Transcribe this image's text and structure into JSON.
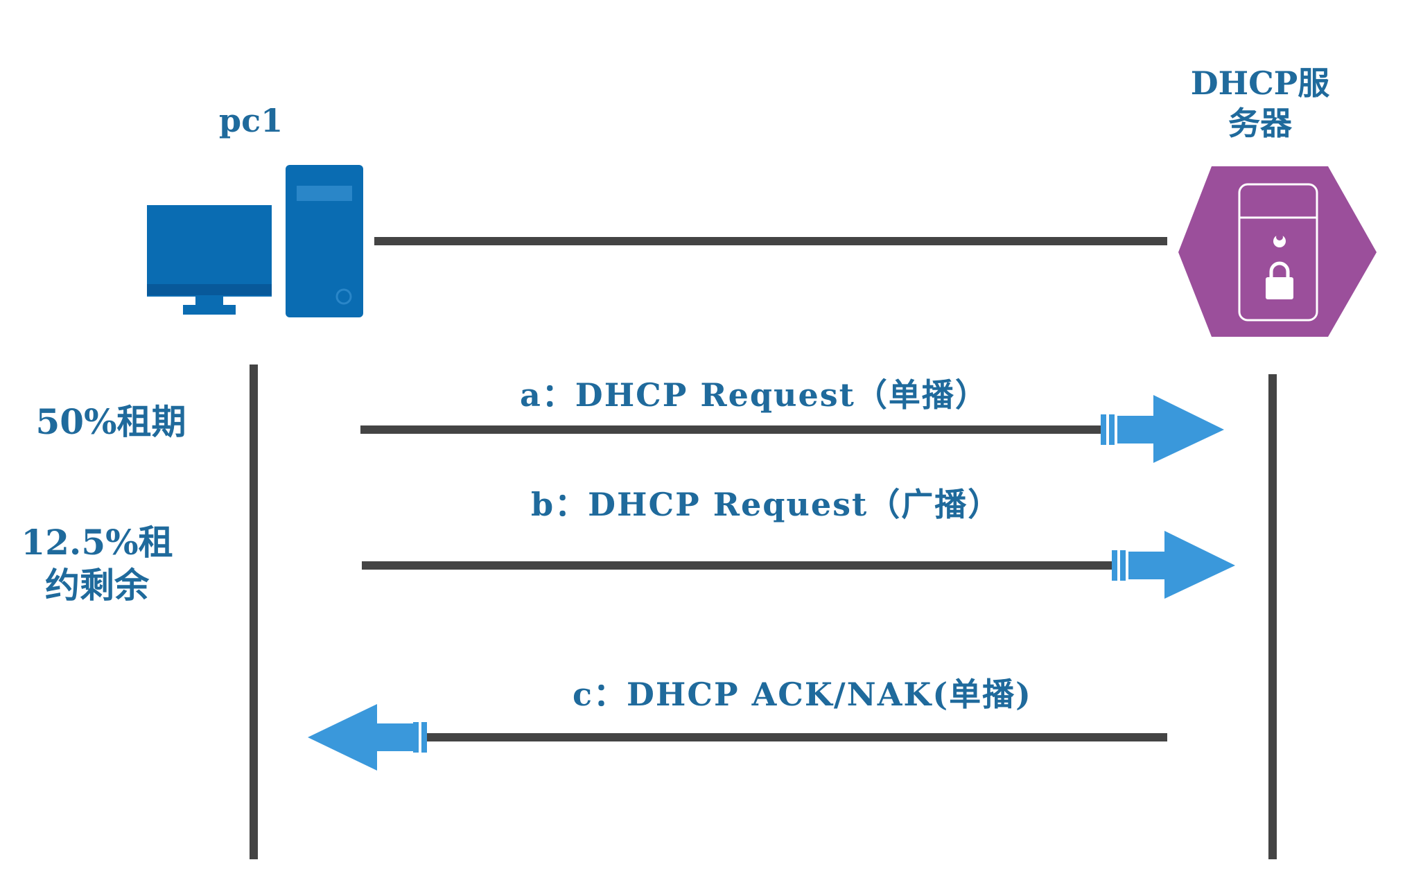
{
  "nodes": {
    "client": {
      "label": "pc1"
    },
    "server": {
      "label_line1": "DHCP服",
      "label_line2": "务器"
    }
  },
  "timeline": {
    "phase1": "50%租期",
    "phase2_line1": "12.5%租",
    "phase2_line2": "约剩余"
  },
  "messages": [
    {
      "label": "a：DHCP Request（单播）",
      "direction": "client-to-server"
    },
    {
      "label": "b：DHCP Request（广播）",
      "direction": "client-to-server"
    },
    {
      "label": "c：DHCP ACK/NAK(单播)",
      "direction": "server-to-client"
    }
  ],
  "colors": {
    "label_text": "#1f6a9c",
    "pc_icon": "#0a6cb2",
    "server_icon": "#9b4f9b",
    "arrow": "#3a98db",
    "line": "#444444"
  }
}
